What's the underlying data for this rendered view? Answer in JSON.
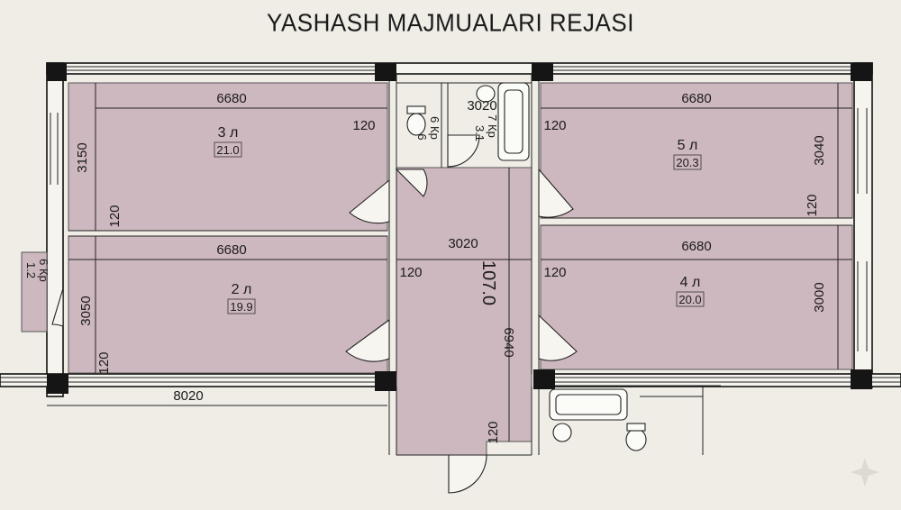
{
  "title": "YASHASH MAJMUALARI REJASI",
  "rooms": [
    {
      "name": "3 л",
      "area": "21.0"
    },
    {
      "name": "5 л",
      "area": "20.3"
    },
    {
      "name": "2 л",
      "area": "19.9"
    },
    {
      "name": "4 л",
      "area": "20.0"
    },
    {
      "name": "6 Кр",
      "area": "1.2"
    },
    {
      "name": "6 Кр",
      "area": "6"
    },
    {
      "name": "7 Кр",
      "area": "3.1"
    },
    {
      "name": "",
      "area": "107.0"
    }
  ],
  "dimensions": {
    "room3_width": "6680",
    "room3_height": "3150",
    "room3_wall_right": "120",
    "room3_wall_bottom": "120",
    "room5_width": "6680",
    "room5_height": "3040",
    "room5_wall_left": "120",
    "room5_wall_bottom": "120",
    "room2_width": "6680",
    "room2_height": "3050",
    "room2_wall_right": "120",
    "room2_wall_bottom": "120",
    "room4_width": "6680",
    "room4_height": "3000",
    "room4_wall_left": "120",
    "hall_width": "3020",
    "hall_length": "6940",
    "hall_bottom": "120",
    "bath_width": "3020",
    "overall_bottom": "8020"
  }
}
